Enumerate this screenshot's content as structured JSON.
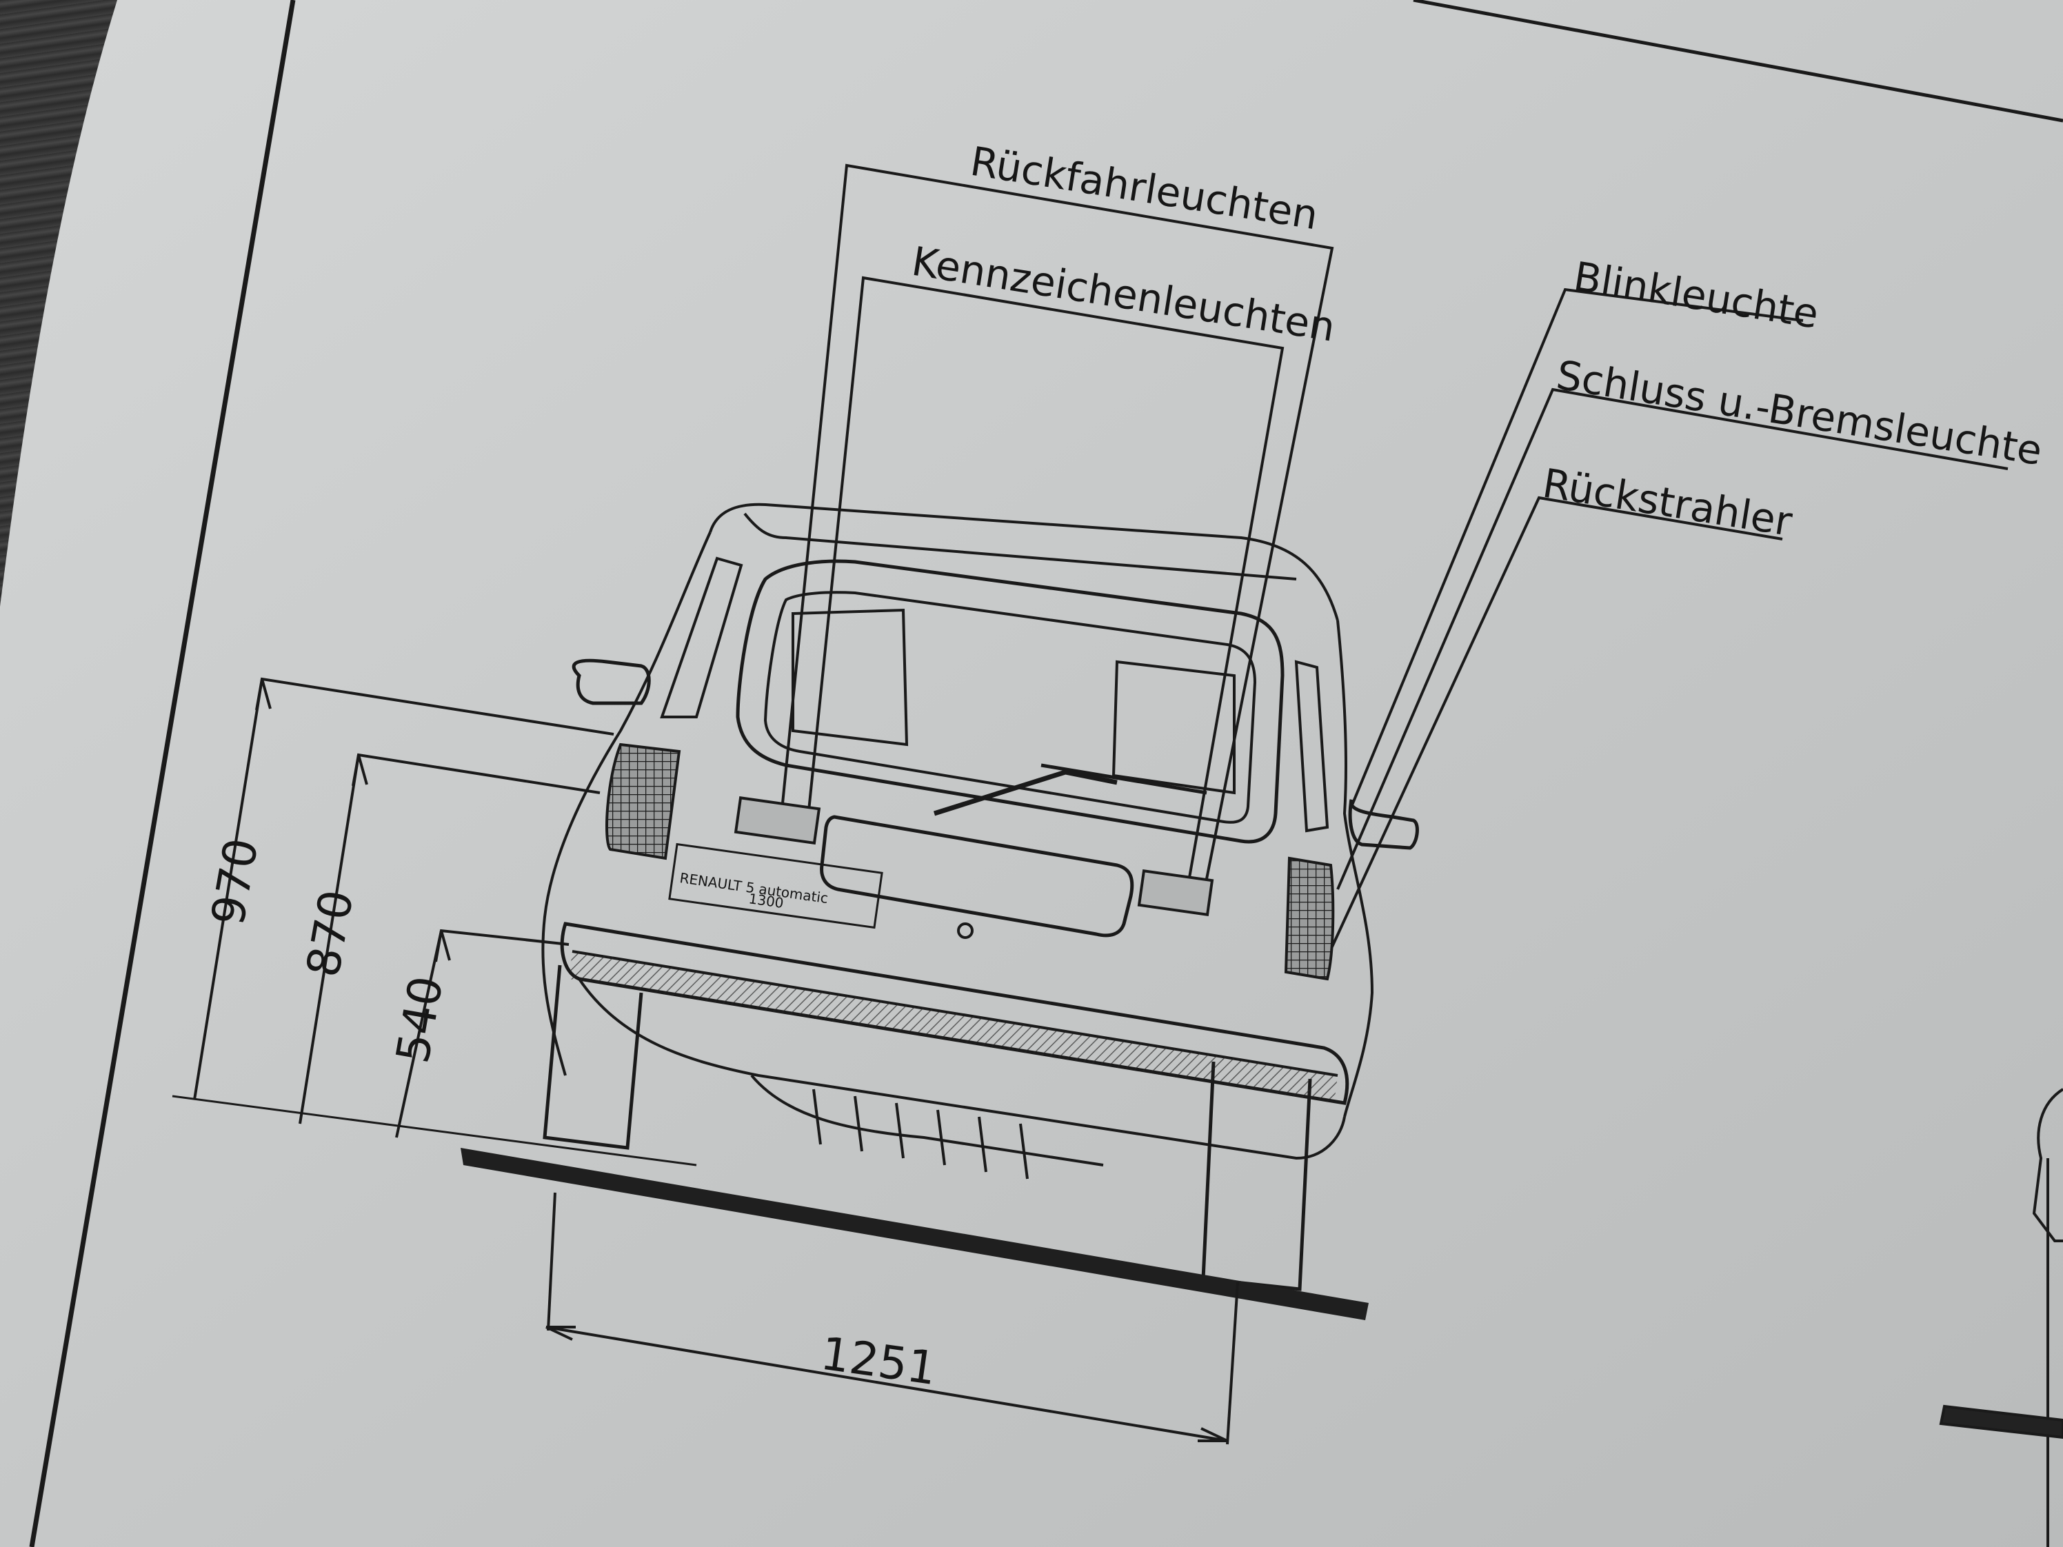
{
  "callouts": {
    "reverse_lights": "Rückfahrleuchten",
    "plate_lights": "Kennzeichenleuchten",
    "indicator": "Blinkleuchte",
    "tail_brake": "Schluss u.-Bremsleuchte",
    "reflector": "Rückstrahler"
  },
  "dimensions": {
    "height_1": "970",
    "height_2": "870",
    "height_3": "540",
    "track_width": "1251"
  },
  "vehicle": {
    "badge_line_1": "RENAULT 5 automatic",
    "badge_line_2": "1300"
  },
  "colors": {
    "paper": "#c9cbcb",
    "ink": "#161616",
    "background": "#3b3b3b"
  }
}
